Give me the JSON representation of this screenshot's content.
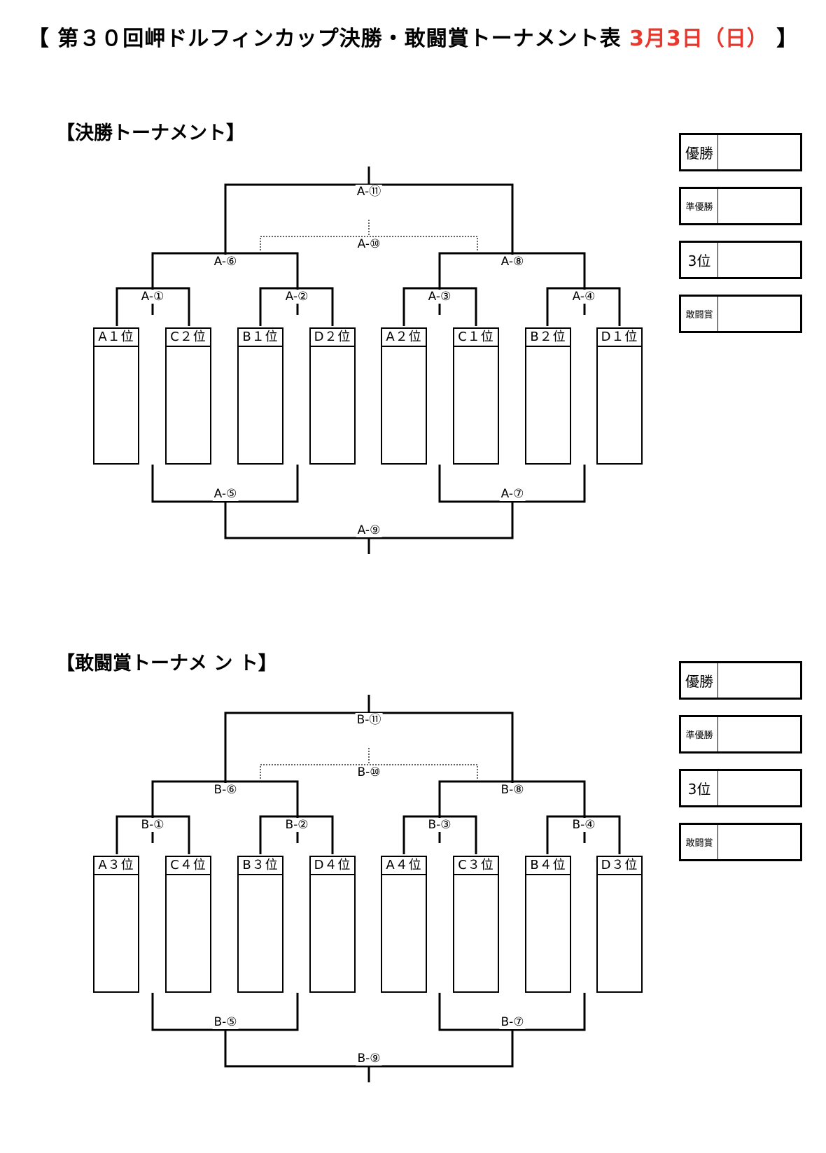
{
  "header": {
    "title_main": "【 第３０回岬ドルフィンカップ決勝・敢闘賞トーナメント表 ",
    "title_date": "3月3日（日）",
    "title_end": " 】"
  },
  "final": {
    "section_title": "【決勝トーナメント】",
    "teams": [
      "A１位",
      "C２位",
      "B１位",
      "D２位",
      "A２位",
      "C１位",
      "B２位",
      "D１位"
    ],
    "matches": {
      "m1": "A-①",
      "m2": "A-②",
      "m3": "A-③",
      "m4": "A-④",
      "m5": "A-⑤",
      "m6": "A-⑥",
      "m7": "A-⑦",
      "m8": "A-⑧",
      "m9": "A-⑨",
      "m10": "A-⑩",
      "m11": "A-⑪"
    },
    "results": [
      "優勝",
      "準優勝",
      "3位",
      "敢闘賞"
    ]
  },
  "fighting": {
    "section_title": "【敢闘賞トーナメ ン ト】",
    "teams": [
      "A３位",
      "C４位",
      "B３位",
      "D４位",
      "A４位",
      "C３位",
      "B４位",
      "D３位"
    ],
    "matches": {
      "m1": "B-①",
      "m2": "B-②",
      "m3": "B-③",
      "m4": "B-④",
      "m5": "B-⑤",
      "m6": "B-⑥",
      "m7": "B-⑦",
      "m8": "B-⑧",
      "m9": "B-⑨",
      "m10": "B-⑩",
      "m11": "B-⑪"
    },
    "results": [
      "優勝",
      "準優勝",
      "3位",
      "敢闘賞"
    ]
  }
}
